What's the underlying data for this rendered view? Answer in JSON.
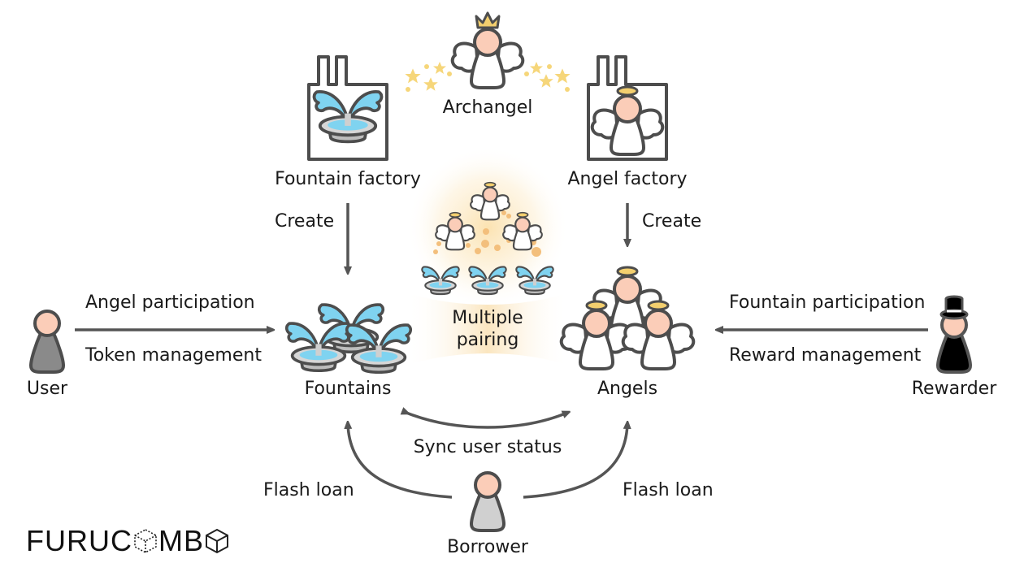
{
  "nodes": {
    "archangel": "Archangel",
    "fountain_factory": "Fountain factory",
    "angel_factory": "Angel factory",
    "fountains": "Fountains",
    "angels": "Angels",
    "user": "User",
    "rewarder": "Rewarder",
    "borrower": "Borrower",
    "multiple_pairing_line1": "Multiple",
    "multiple_pairing_line2": "pairing"
  },
  "edges": {
    "create_left": "Create",
    "create_right": "Create",
    "angel_participation": "Angel participation",
    "token_management": "Token management",
    "fountain_participation": "Fountain participation",
    "reward_management": "Reward management",
    "sync_user_status": "Sync user status",
    "flash_loan_left": "Flash loan",
    "flash_loan_right": "Flash loan"
  },
  "logo": {
    "text_before": "FURUC",
    "text_after": "MB"
  },
  "colors": {
    "stroke": "#4d4d4d",
    "water": "#7fd3f0",
    "skin": "#fbcdb8",
    "halo": "#f3cf6e",
    "star": "#f6d67a",
    "dot": "#f3bf7c",
    "glow": "#fbe3b2"
  }
}
